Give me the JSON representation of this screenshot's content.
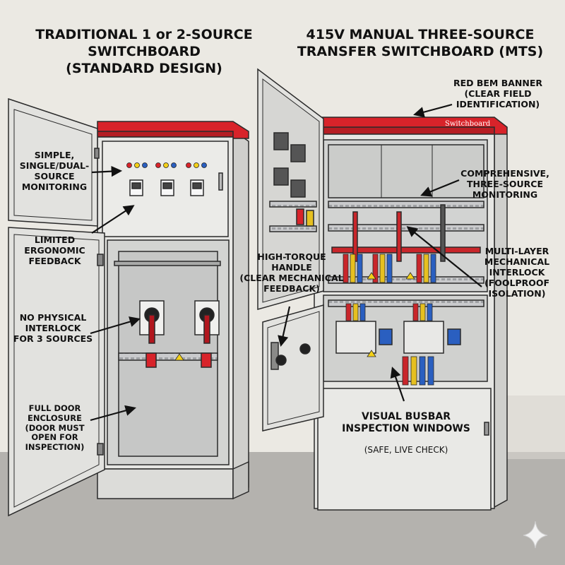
{
  "titles": {
    "left": [
      "TRADITIONAL 1 or 2-SOURCE",
      "SWITCHBOARD",
      "(STANDARD DESIGN)"
    ],
    "right": [
      "415V MANUAL THREE-SOURCE",
      "TRANSFER SWITCHBOARD (MTS)"
    ]
  },
  "banner_text": "Switchboard",
  "left_annotations": {
    "monitoring": [
      "SIMPLE,",
      "SINGLE/DUAL-",
      "SOURCE",
      "MONITORING"
    ],
    "ergonomic": [
      "LIMITED",
      "ERGONOMIC",
      "FEEDBACK"
    ],
    "interlock": [
      "NO PHYSICAL",
      "INTERLOCK",
      "FOR 3 SOURCES"
    ],
    "enclosure": [
      "FULL DOOR",
      "ENCLOSURE",
      "(DOOR MUST",
      "OPEN FOR",
      "INSPECTION)"
    ]
  },
  "right_annotations": {
    "banner": [
      "RED BEM BANNER",
      "(CLEAR FIELD",
      "IDENTIFICATION)"
    ],
    "monitoring": [
      "COMPREHENSIVE,",
      "THREE-SOURCE",
      "MONITORING"
    ],
    "handle": [
      "HIGH-TORQUE",
      "HANDLE",
      "(CLEAR MECHANICAL",
      "FEEDBACK)"
    ],
    "interlock": [
      "MULTI-LAYER",
      "MECHANICAL",
      "INTERLOCK",
      "(FOOLPROOF",
      "ISOLATION)"
    ],
    "busbar": [
      "VISUAL BUSBAR",
      "INSPECTION WINDOWS"
    ],
    "busbar_note": "(SAFE, LIVE CHECK)"
  },
  "colors": {
    "banner_red": "#d8232a",
    "cabinet": "#e6e6e3",
    "outline": "#2a2a2a",
    "floor": "#b4b2ae",
    "wall": "#ebe9e3",
    "busbar_red": "#c9262b",
    "phase_yellow": "#e6c020",
    "phase_blue": "#2a5fc0"
  },
  "icons": {
    "corner": "sparkle-icon"
  }
}
